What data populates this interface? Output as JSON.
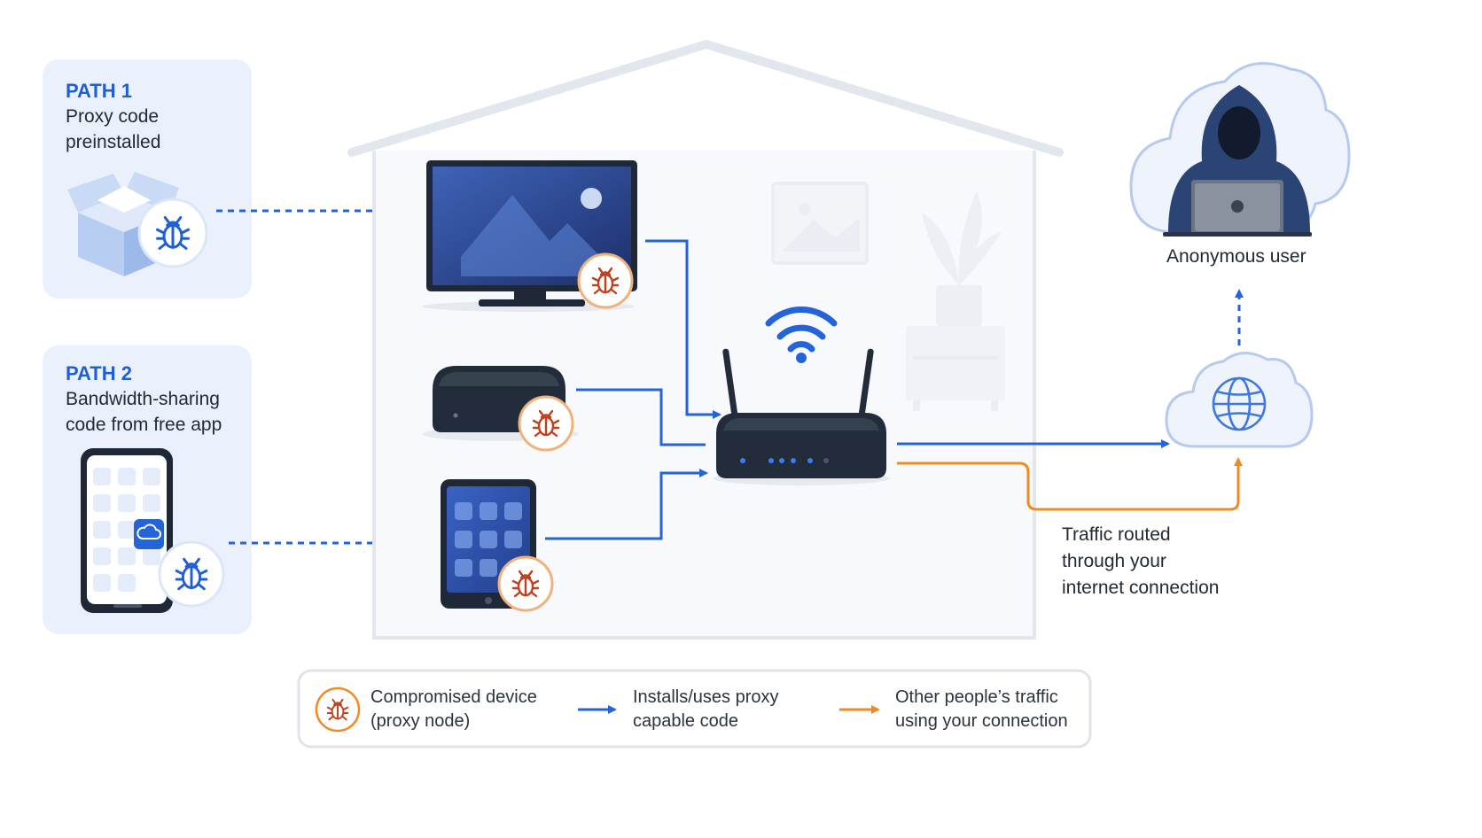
{
  "paths": [
    {
      "title": "PATH 1",
      "description_lines": [
        "Proxy code",
        "preinstalled"
      ]
    },
    {
      "title": "PATH 2",
      "description_lines": [
        "Bandwidth-sharing",
        "code from free app"
      ]
    }
  ],
  "anonymous_user_label": "Anonymous user",
  "traffic_caption_lines": [
    "Traffic routed",
    "through your",
    "internet connection"
  ],
  "legend": [
    {
      "icon": "bug-icon",
      "lines": [
        "Compromised device",
        "(proxy node)"
      ]
    },
    {
      "icon": "blue-arrow-icon",
      "lines": [
        "Installs/uses proxy",
        "capable code"
      ]
    },
    {
      "icon": "orange-arrow-icon",
      "lines": [
        "Other people’s traffic",
        "using your connection"
      ]
    }
  ],
  "colors": {
    "blue": "#2563d9",
    "orange": "#f08a24",
    "bug_red": "#c0401e",
    "panel_bg": "#eaf1fc",
    "device_dark": "#1e2836"
  }
}
